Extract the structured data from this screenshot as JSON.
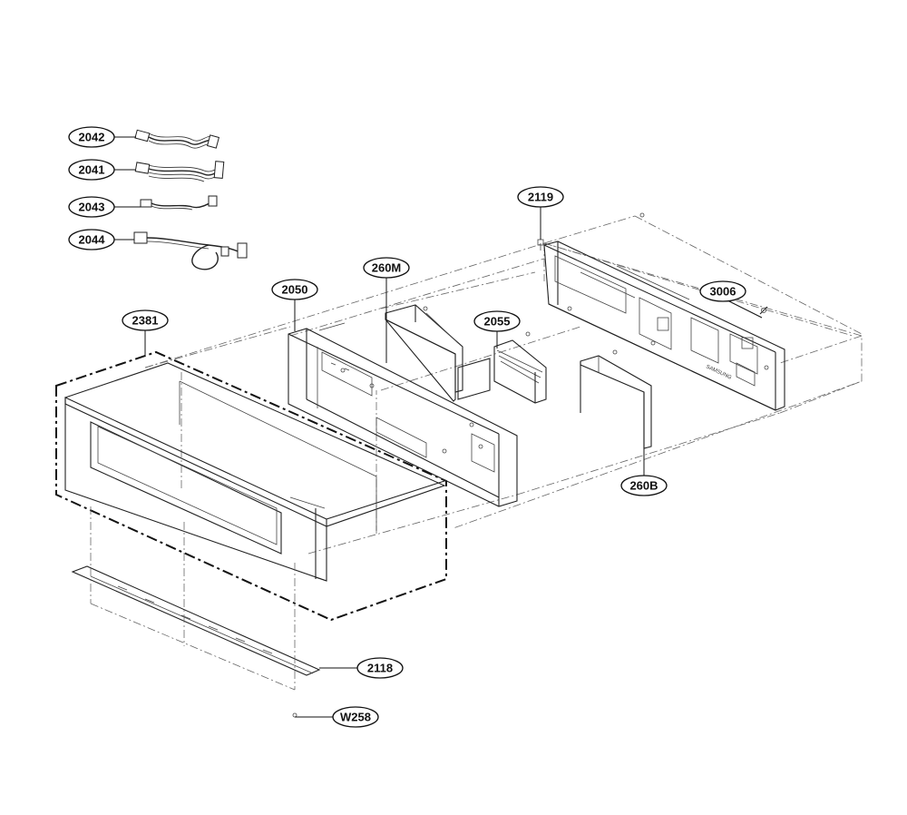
{
  "diagram": {
    "callouts": {
      "c2042": "2042",
      "c2041": "2041",
      "c2043": "2043",
      "c2044": "2044",
      "c2119": "2119",
      "c260M": "260M",
      "c2050": "2050",
      "c3006": "3006",
      "c2055": "2055",
      "c2381": "2381",
      "c260B": "260B",
      "c2118": "2118",
      "cW258": "W258"
    },
    "line_color": "#222222",
    "background": "#ffffff"
  }
}
